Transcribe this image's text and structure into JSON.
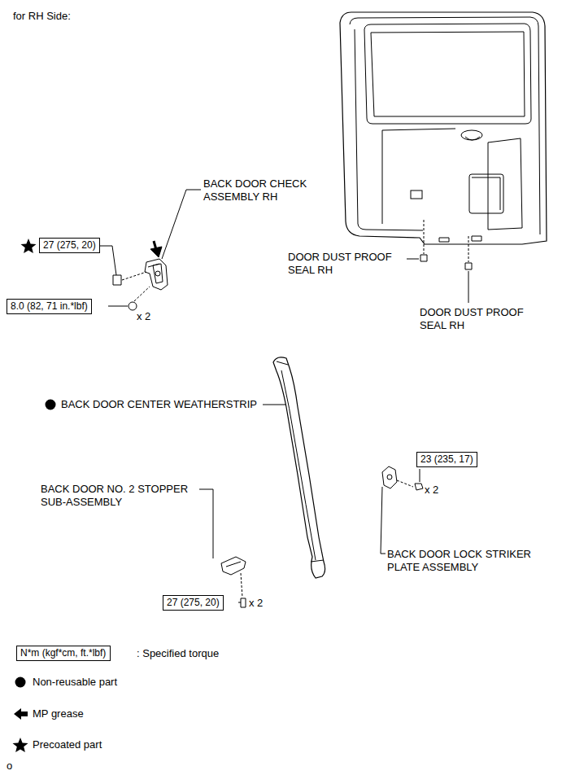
{
  "diagram": {
    "nodes": [
      {
        "text": [
          "27 (275, 20)"
        ]
      },
      {
        "text": [
          "8.0 (82, 71 in.*lbf)"
        ]
      },
      {
        "text": [
          "23 (235, 17)"
        ]
      },
      {
        "text": [
          "27 (275, 20)"
        ]
      },
      {
        "text": [
          "N*m (kgf*cm, ft.*lbf)"
        ]
      }
    ],
    "labels": [
      "for RH Side:",
      "BACK DOOR CHECK ASSEMBLY RH",
      "x 2",
      "DOOR DUST PROOF SEAL RH",
      "DOOR DUST PROOF SEAL RH",
      "BACK DOOR CENTER WEATHERSTRIP",
      "x 2",
      "BACK DOOR NO. 2 STOPPER SUB-ASSEMBLY",
      "BACK DOOR LOCK STRIKER PLATE ASSEMBLY",
      "x 2",
      "o"
    ],
    "legend": [
      {
        "text": ": Specified torque"
      },
      {
        "text": "Non-reusable part"
      },
      {
        "text": "MP grease"
      },
      {
        "text": "Precoated part"
      }
    ]
  }
}
